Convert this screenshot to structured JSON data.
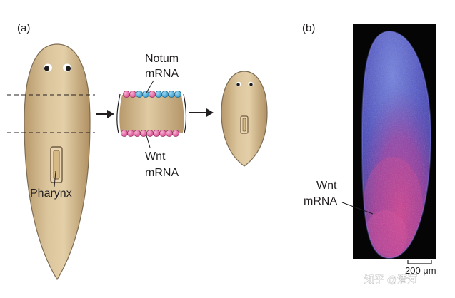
{
  "panel_a": {
    "label": "(a)",
    "notum_label_line1": "Notum",
    "notum_label_line2": "mRNA",
    "wnt_label_line1": "Wnt",
    "wnt_label_line2": "mRNA",
    "pharynx_label": "Pharynx"
  },
  "panel_b": {
    "label": "(b)",
    "wnt_label_line1": "Wnt",
    "wnt_label_line2": "mRNA",
    "scale_bar_label": "200 μm"
  },
  "watermark": {
    "text": "知乎 @清河"
  },
  "colors": {
    "body_fill": "#c9ab7e",
    "body_outline": "#8a7a63",
    "notum_bead": "#3aa8d8",
    "wnt_bead": "#e0589a",
    "micrograph_bg": "#050505"
  }
}
